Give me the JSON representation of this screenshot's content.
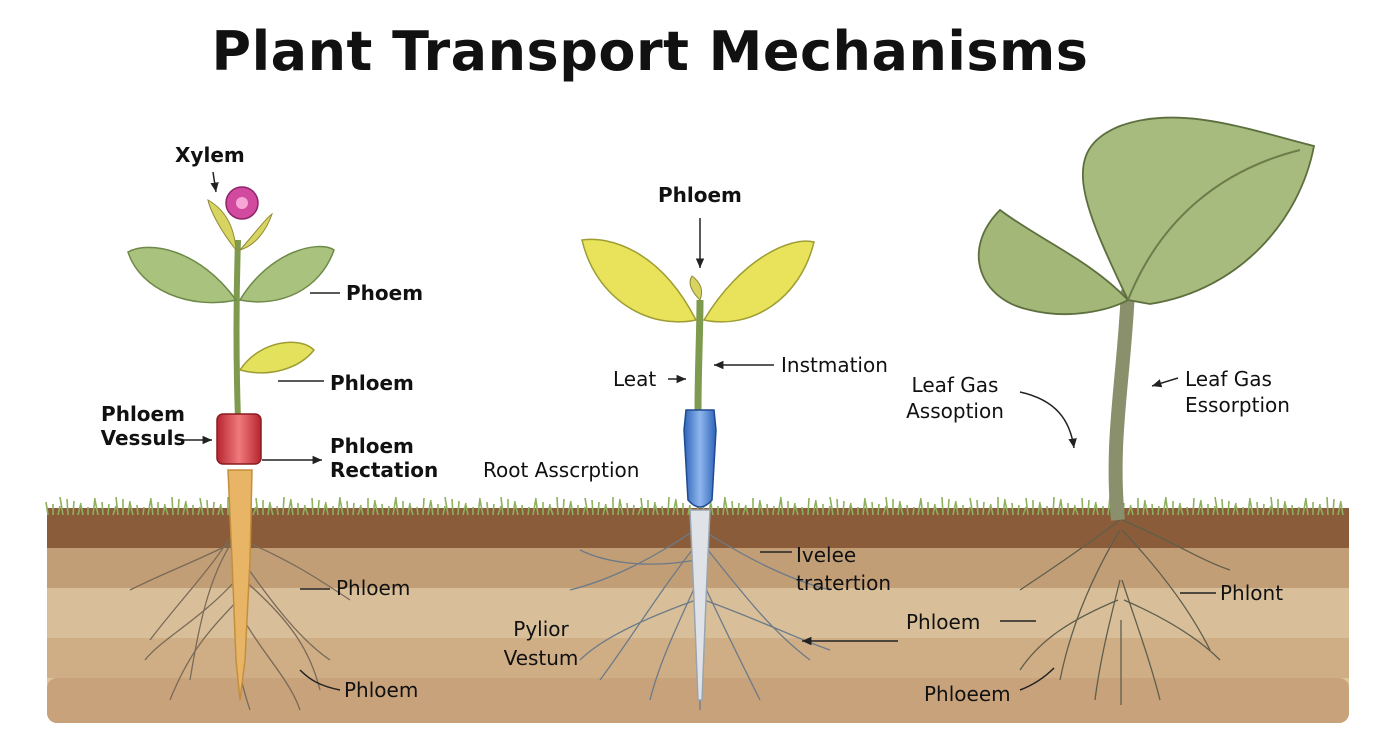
{
  "title": "Plant Transport Mechanisms",
  "plants": [
    {
      "labels": {
        "top": "Xylem",
        "stem_upper": "Phoem",
        "stem_lower": "Phloem",
        "vessel": [
          "Phloem",
          "Vessuls"
        ],
        "rectation": [
          "Phloem",
          "Rectation"
        ],
        "root_upper": "Phloem",
        "root_lower": "Phloem"
      }
    },
    {
      "labels": {
        "top": "Phloem",
        "leaf": "Leat",
        "instmation": "Instmation",
        "root_assorption": "Root Asscrption",
        "ivelee": [
          "Ivelee",
          "tratertion"
        ],
        "pylior": [
          "Pylior",
          "Vestum"
        ],
        "root_phloem": "Phloem"
      }
    },
    {
      "labels": {
        "leaf_gas_left": [
          "Leaf Gas",
          "Assoption"
        ],
        "leaf_gas_right": [
          "Leaf Gas",
          "Essorption"
        ],
        "plont": "Phlont",
        "phloeem": "Phloeem"
      }
    }
  ],
  "colors": {
    "leaf_light": "#a9c27e",
    "leaf_yellow": "#e4e25c",
    "leaf_big": "#a3b779",
    "stem": "#8aa25a",
    "flower": "#d24aa0",
    "vessel_red": "#d9393f",
    "vessel_blue": "#4a7fd4",
    "root_orange": "#e8b465",
    "root_white": "#d9dde2",
    "soil_top": "#9a6b45",
    "soil_mid": "#c7a57d",
    "soil_light": "#dcc4a0",
    "grass": "#8db05e"
  }
}
